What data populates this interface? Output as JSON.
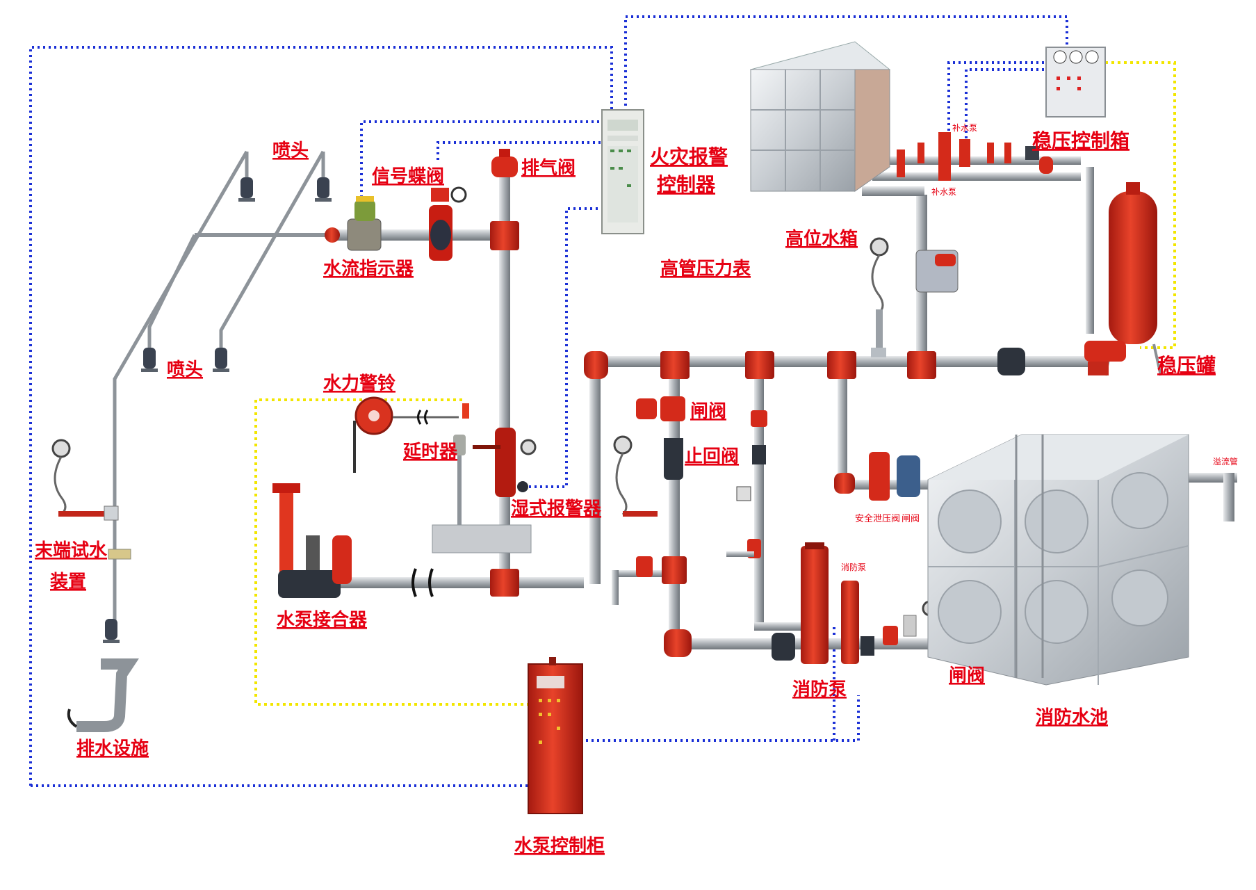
{
  "labels": {
    "sprinkler_top": "喷头",
    "sprinkler_bottom": "喷头",
    "signal_butterfly_valve": "信号蝶阀",
    "exhaust_valve": "排气阀",
    "fire_alarm_controller_line1": "火灾报警",
    "fire_alarm_controller_line2": "控制器",
    "water_flow_indicator": "水流指示器",
    "high_tank": "高位水箱",
    "high_pipe_pressure_gauge": "高管压力表",
    "pressure_control_box": "稳压控制箱",
    "pressure_tank": "稳压罐",
    "refill_pump_top": "补水泵",
    "refill_pump_bottom": "补水泵",
    "water_alarm_bell": "水力警铃",
    "delayer": "延时器",
    "end_test_device_line1": "末端试水",
    "end_test_device_line2": "装置",
    "pump_adapter": "水泵接合器",
    "wet_alarm_valve": "湿式报警器",
    "gate_valve_top": "闸阀",
    "check_valve": "止回阀",
    "safety_relief_valve": "安全泄压阀",
    "gate_valve_small": "闸阀",
    "overflow_pipe": "溢流管",
    "fire_pump_small": "消防泵",
    "fire_pump": "消防泵",
    "gate_valve_bottom": "闸阀",
    "fire_pool": "消防水池",
    "drainage": "排水设施",
    "pump_control_cabinet": "水泵控制柜"
  },
  "colors": {
    "signal_line": "#1a2fd6",
    "power_line": "#f2e600",
    "pipe": "#9aa0a6",
    "fitting": "#e03a1e",
    "label": "#e60012"
  }
}
